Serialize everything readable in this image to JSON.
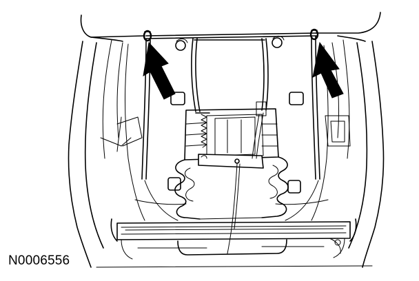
{
  "figure": {
    "id_label": "N0006556"
  },
  "colors": {
    "line": "#000000",
    "background": "#ffffff"
  },
  "icons": [
    "arrow-indicator-left",
    "arrow-indicator-right",
    "hose-clamp"
  ]
}
